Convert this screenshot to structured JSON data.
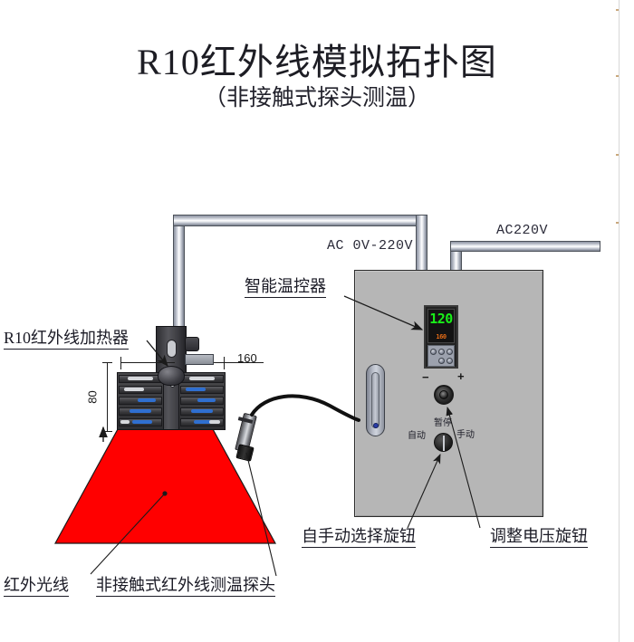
{
  "title": "R10红外线模拟拓扑图",
  "subtitle": "（非接触式探头测温）",
  "power": {
    "left_supply": "AC 0V-220V",
    "right_supply": "AC220V"
  },
  "annotations": {
    "heater": "R10红外线加热器",
    "controller": "智能温控器",
    "mode_knob": "自手动选择旋钮",
    "voltage_knob": "调整电压旋钮",
    "infrared_beam": "红外光线",
    "probe": "非接触式红外线测温探头"
  },
  "dimensions": {
    "width_mm": "160",
    "height_mm": "80"
  },
  "controller_panel": {
    "process_value": "120",
    "set_value": "160",
    "pv_color": "#19ef19",
    "sv_color": "#e06a16"
  },
  "knobs": {
    "voltage": {
      "minus": "−",
      "plus": "+"
    },
    "mode": {
      "auto": "自动",
      "pause": "暂停",
      "manual": "手动"
    }
  },
  "colors": {
    "beam_red": "#FF0000",
    "cabinet_gray": "#b6b6b6",
    "pipe_silver": "#c9ced8"
  }
}
